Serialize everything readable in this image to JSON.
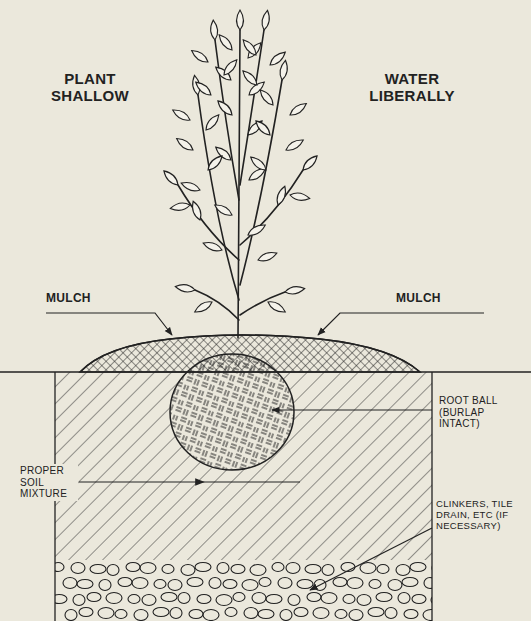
{
  "diagram": {
    "labels": [
      "PLANT SHALLOW",
      "WATER LIBERALLY",
      "MULCH",
      "MULCH",
      "ROOT BALL (BURLAP INTACT)",
      "PROPER SOIL MIXTURE",
      "CLINKERS, TILE DRAIN, ETC (IF NECESSARY)"
    ]
  }
}
